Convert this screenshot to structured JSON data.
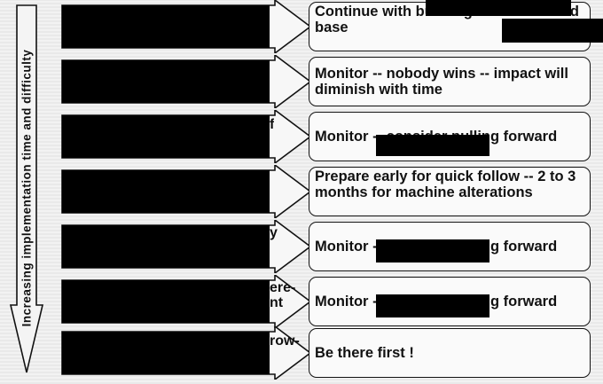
{
  "axis_label": "Increasing implementation time and difficulty",
  "rows": [
    {
      "stub": "",
      "action": "Continue with building on established base"
    },
    {
      "stub": "",
      "action": "Monitor -- nobody wins -- impact will diminish with time"
    },
    {
      "stub": "f",
      "action": "Monitor -- consider pulling forward"
    },
    {
      "stub": "",
      "action": "Prepare early for quick follow -- 2 to 3 months for machine alterations"
    },
    {
      "stub": "y",
      "action": "Monitor -- consider pulling forward"
    },
    {
      "stub": "ere- nt",
      "action": "Monitor -- consider pulling forward"
    },
    {
      "stub": "row-",
      "action": "Be there first !"
    }
  ],
  "colors": {
    "redaction": "#000000",
    "ink": "#111111",
    "box_fill": "#fafafa"
  }
}
